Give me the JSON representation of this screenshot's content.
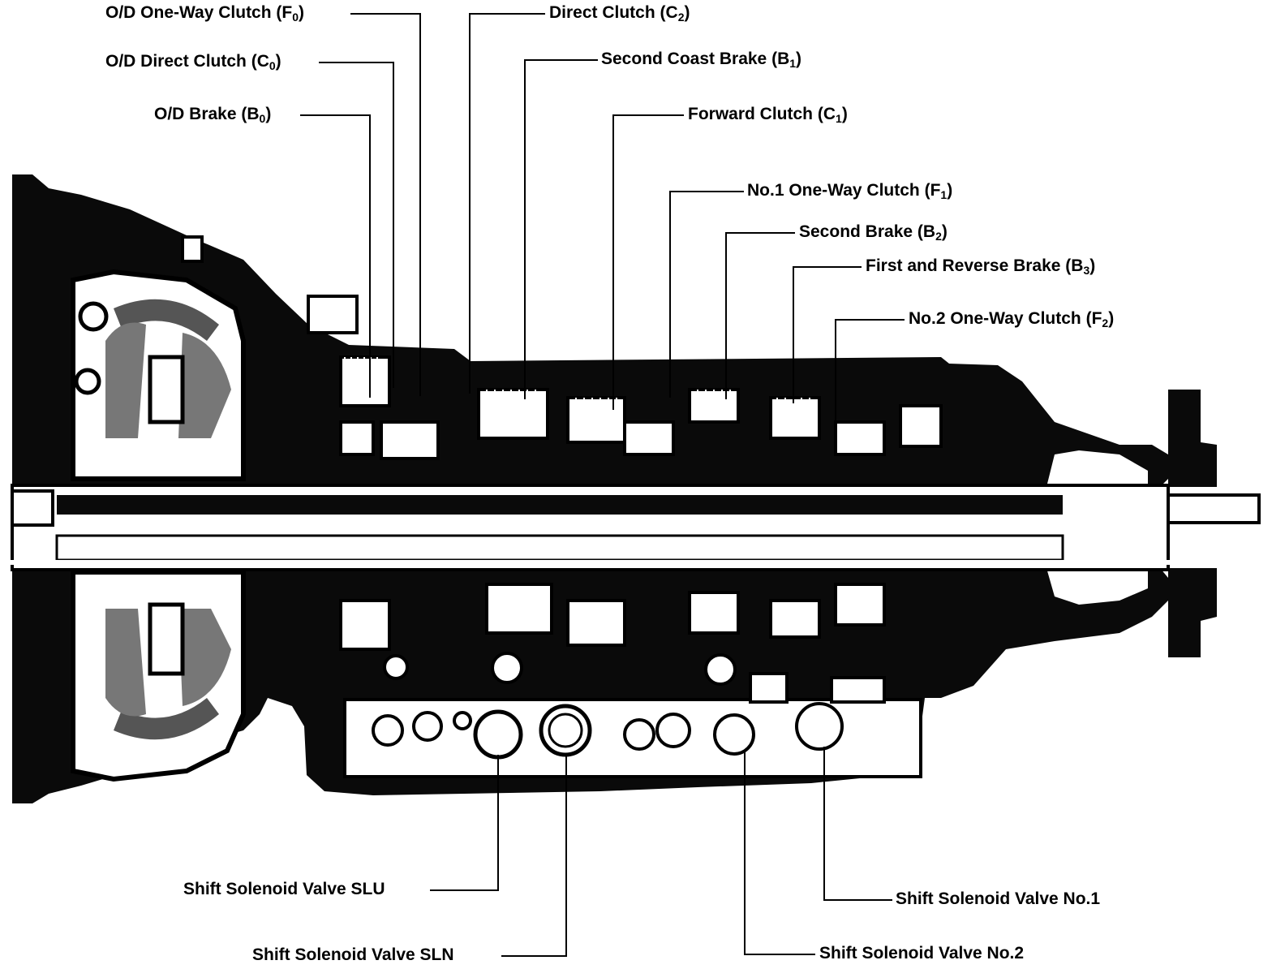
{
  "labels_top": [
    {
      "name": "O/D One-Way Clutch",
      "sub": "0",
      "letter": "F"
    },
    {
      "name": "O/D Direct Clutch",
      "sub": "0",
      "letter": "C"
    },
    {
      "name": "O/D Brake",
      "sub": "0",
      "letter": "B"
    },
    {
      "name": "Direct Clutch",
      "sub": "2",
      "letter": "C"
    },
    {
      "name": "Second Coast Brake",
      "sub": "1",
      "letter": "B"
    },
    {
      "name": "Forward Clutch",
      "sub": "1",
      "letter": "C"
    },
    {
      "name": "No.1 One-Way Clutch",
      "sub": "1",
      "letter": "F"
    },
    {
      "name": "Second Brake",
      "sub": "2",
      "letter": "B"
    },
    {
      "name": "First and Reverse Brake",
      "sub": "3",
      "letter": "B"
    },
    {
      "name": "No.2 One-Way Clutch",
      "sub": "2",
      "letter": "F"
    }
  ],
  "labels_bottom": [
    {
      "name": "Shift Solenoid Valve SLU"
    },
    {
      "name": "Shift Solenoid Valve SLN"
    },
    {
      "name": "Shift Solenoid Valve No.1"
    },
    {
      "name": "Shift Solenoid Valve No.2"
    }
  ]
}
